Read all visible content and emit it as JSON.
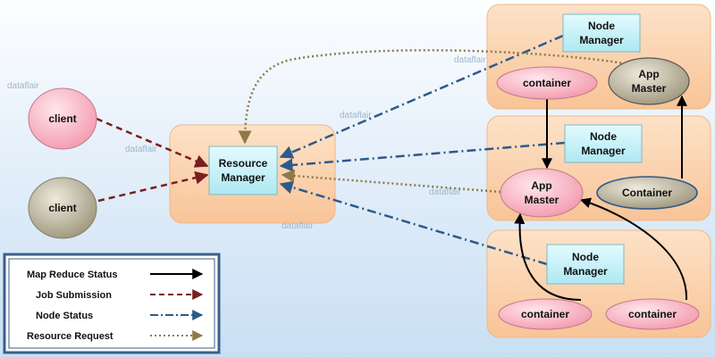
{
  "nodes": {
    "client_1": "client",
    "client_2": "client",
    "resource_manager": [
      "Resource",
      "Manager"
    ],
    "node_manager_top": [
      "Node",
      "Manager"
    ],
    "node_manager_mid": [
      "Node",
      "Manager"
    ],
    "node_manager_bottom": [
      "Node",
      "Manager"
    ],
    "container_top": "container",
    "app_master_top": [
      "App",
      "Master"
    ],
    "app_master_mid": [
      "App",
      "Master"
    ],
    "container_mid": "Container",
    "container_bottom_left": "container",
    "container_bottom_right": "container"
  },
  "watermark": "dataflair",
  "legend": {
    "items": [
      {
        "label": "Map Reduce Status",
        "style": "solid",
        "color": "#000000"
      },
      {
        "label": "Job Submission",
        "style": "dashed",
        "color": "#7a1f1f"
      },
      {
        "label": "Node Status",
        "style": "dashdot",
        "color": "#2d5a8a"
      },
      {
        "label": "Resource Request",
        "style": "dotted",
        "color": "#8c7a4a"
      }
    ]
  },
  "colors": {
    "cluster_fill": "#fbd0a8",
    "manager_fill": "#c4f1f8",
    "pink_fill": "#f8b3c2",
    "grey_fill": "#b5ae95",
    "legend_border": "#3a5f8a",
    "job_submission": "#7a1f1f",
    "node_status": "#2d5a8a",
    "resource_request": "#8c7a4a",
    "map_reduce_status": "#000000"
  }
}
